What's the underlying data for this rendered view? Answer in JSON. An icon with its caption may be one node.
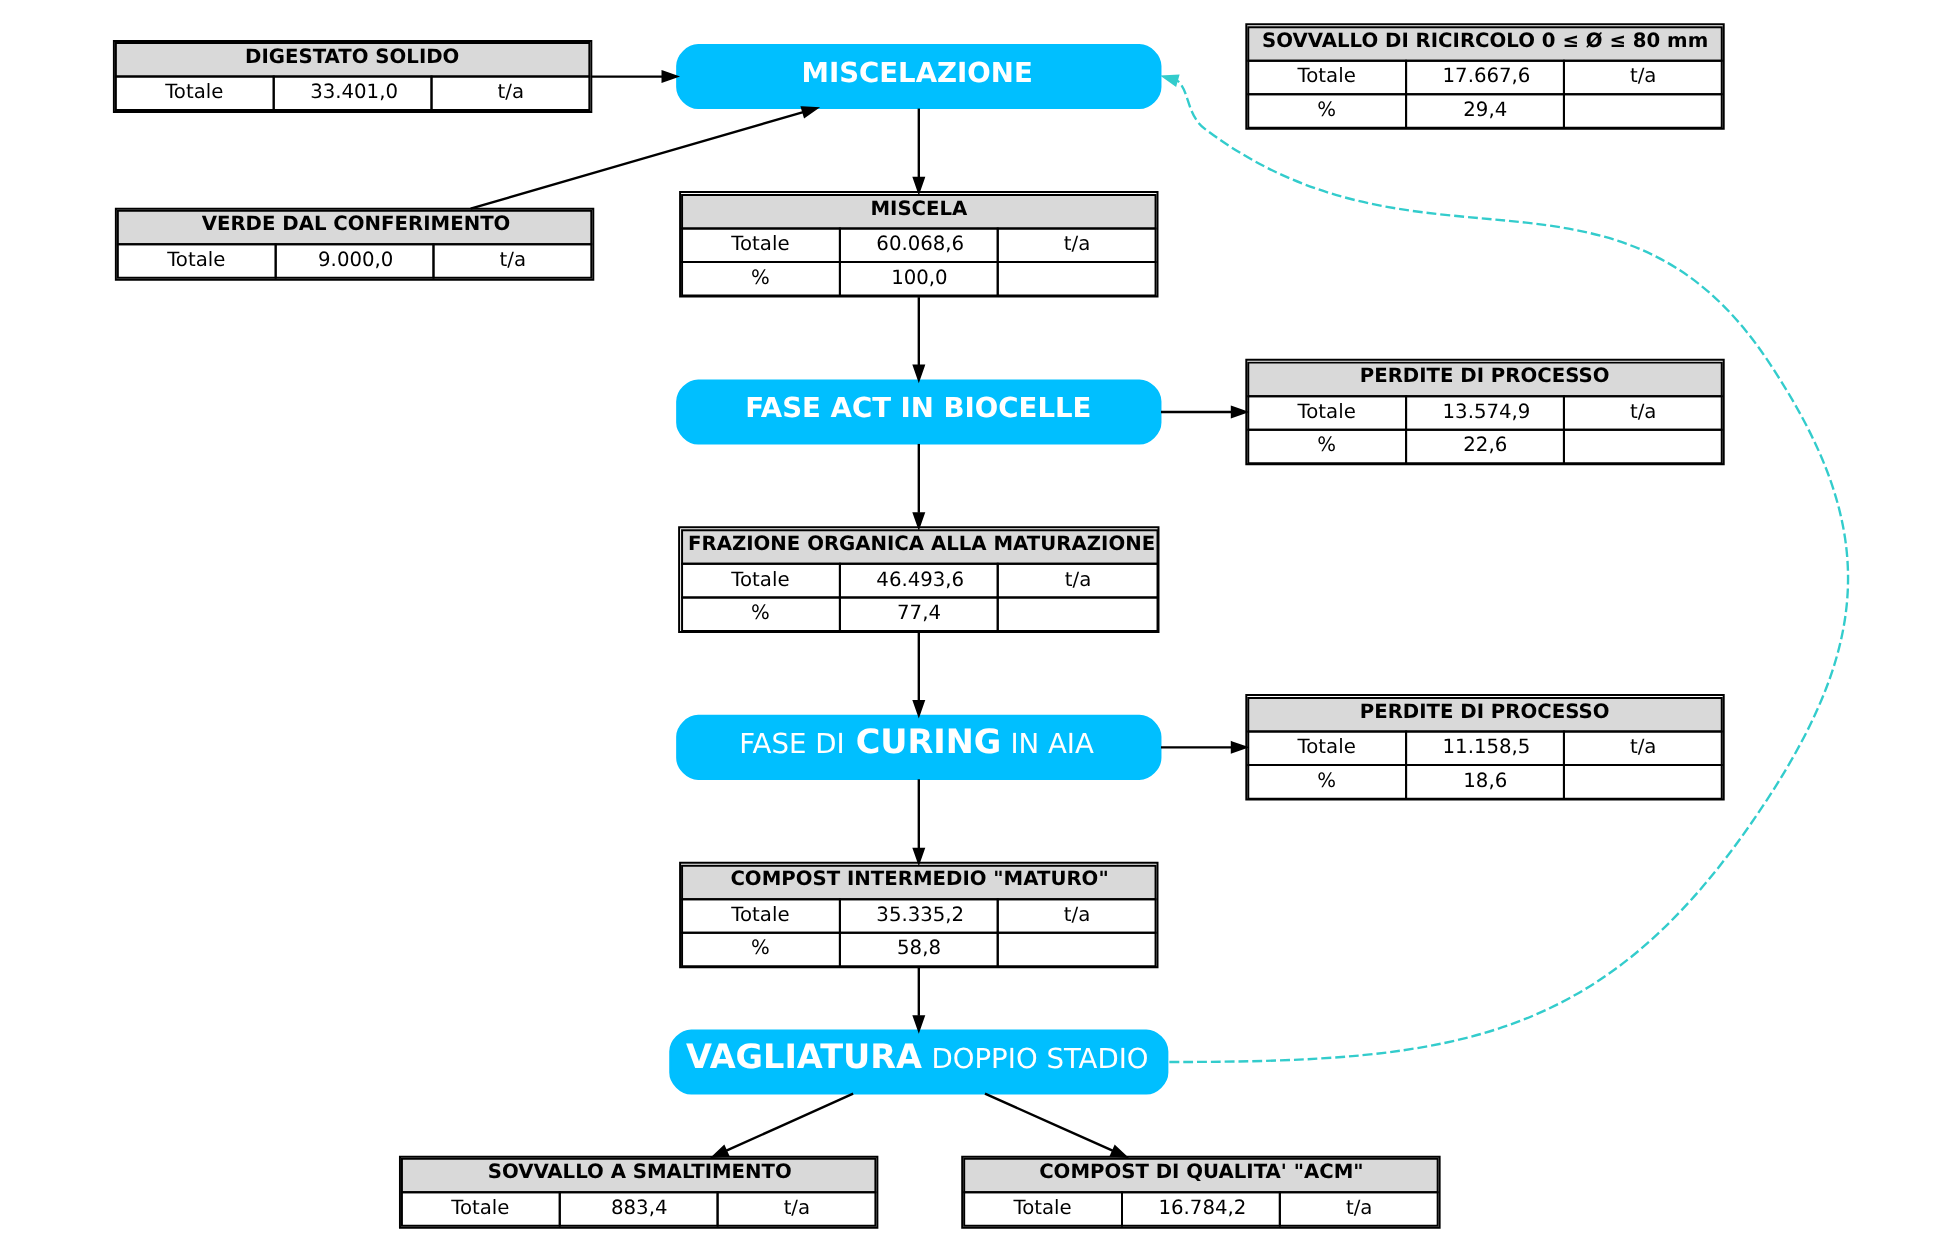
{
  "diagram": {
    "nodes": [
      {
        "text": [
          "DIGESTATO SOLIDO",
          "Totale",
          "33.401,0",
          "t/a"
        ]
      },
      {
        "text": [
          "MISCELAZIONE"
        ]
      },
      {
        "text": [
          "SOVVALLO DI RICIRCOLO 0 ≤ Ø ≤ 80 mm",
          "Totale",
          "17.667,6",
          "t/a",
          "%",
          "29,4"
        ]
      },
      {
        "text": [
          "VERDE DAL CONFERIMENTO",
          "Totale",
          "9.000,0",
          "t/a"
        ]
      },
      {
        "text": [
          "MISCELA",
          "Totale",
          "60.068,6",
          "t/a",
          "%",
          "100,0"
        ]
      },
      {
        "text": [
          "FASE ACT IN BIOCELLE"
        ]
      },
      {
        "text": [
          "PERDITE DI PROCESSO",
          "Totale",
          "13.574,9",
          "t/a",
          "%",
          "22,6"
        ]
      },
      {
        "text": [
          "FRAZIONE ORGANICA ALLA MATURAZIONE",
          "Totale",
          "46.493,6",
          "t/a",
          "%",
          "77,4"
        ]
      },
      {
        "text": [
          "FASE DI **CURING** IN AIA"
        ]
      },
      {
        "text": [
          "PERDITE DI PROCESSO",
          "Totale",
          "11.158,5",
          "t/a",
          "%",
          "18,6"
        ]
      },
      {
        "text": [
          "COMPOST INTERMEDIO \"MATURO\"",
          "Totale",
          "35.335,2",
          "t/a",
          "%",
          "58,8"
        ]
      },
      {
        "text": [
          "**VAGLIATURA** DOPPIO STADIO"
        ]
      },
      {
        "text": [
          "SOVVALLO A SMALTIMENTO",
          "Totale",
          "883,4",
          "t/a"
        ]
      },
      {
        "text": [
          "COMPOST DI QUALITA' \"ACM\"",
          "Totale",
          "16.784,2",
          "t/a"
        ]
      }
    ],
    "edges": [
      {
        "from": 0,
        "to": 1,
        "arrow": "to"
      },
      {
        "from": 3,
        "to": 1,
        "arrow": "to"
      },
      {
        "from": 1,
        "to": 4,
        "arrow": "to"
      },
      {
        "from": 4,
        "to": 5,
        "arrow": "to"
      },
      {
        "from": 5,
        "to": 6,
        "arrow": "to"
      },
      {
        "from": 5,
        "to": 7,
        "arrow": "to"
      },
      {
        "from": 7,
        "to": 8,
        "arrow": "to"
      },
      {
        "from": 8,
        "to": 9,
        "arrow": "to"
      },
      {
        "from": 8,
        "to": 10,
        "arrow": "to"
      },
      {
        "from": 10,
        "to": 11,
        "arrow": "to"
      },
      {
        "from": 11,
        "to": 12,
        "arrow": "to"
      },
      {
        "from": 11,
        "to": 13,
        "arrow": "to"
      },
      {
        "from": 11,
        "to": 1,
        "arrow": "to",
        "style": "dashed",
        "color": "#33cccc"
      }
    ]
  }
}
